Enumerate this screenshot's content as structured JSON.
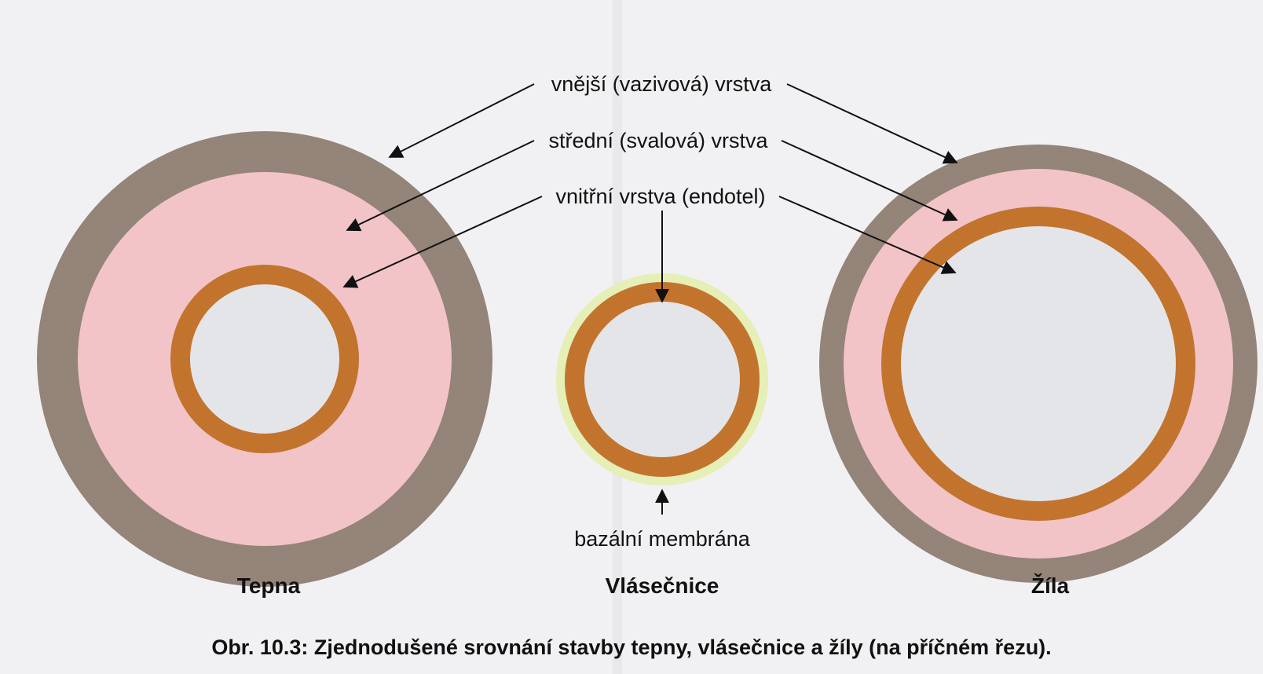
{
  "labels": {
    "outer_layer": "vnější (vazivová) vrstva",
    "middle_layer": "střední (svalová) vrstva",
    "inner_layer": "vnitřní vrstva (endotel)",
    "basal_membrane": "bazální membrána"
  },
  "vessels": {
    "artery": "Tepna",
    "capillary": "Vlásečnice",
    "vein": "Žíla"
  },
  "caption": "Obr. 10.3: Zjednodušené srovnání stavby tepny, vlásečnice a žíly (na příčném řezu).",
  "colors": {
    "background": "#f1f1f3",
    "outer_layer": "#9a8a7e",
    "middle_layer": "#f2c4c8",
    "inner_layer": "#c9782f",
    "lumen": "#e4e5e9",
    "basal_membrane": "#e5efb6",
    "text": "#111111"
  }
}
